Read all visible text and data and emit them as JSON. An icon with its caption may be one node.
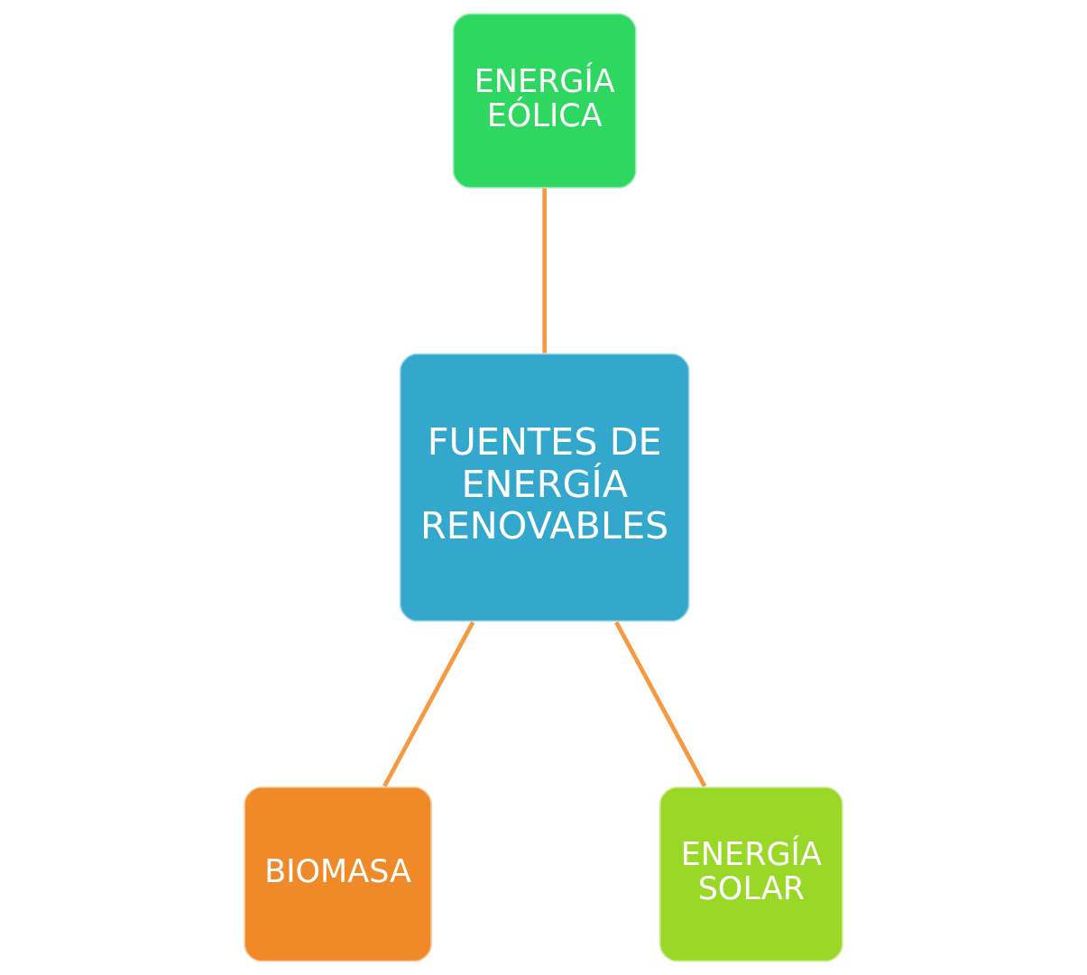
{
  "diagram": {
    "nodes": [
      {
        "text": [
          "ENERGÍA EÓLICA"
        ]
      },
      {
        "text": [
          "FUENTES DE ENERGÍA RENOVABLES"
        ]
      },
      {
        "text": [
          "BIOMASA"
        ]
      },
      {
        "text": [
          "ENERGÍA SOLAR"
        ]
      }
    ],
    "edges": [
      {
        "from": 1,
        "to": 0,
        "arrow": "none"
      },
      {
        "from": 1,
        "to": 2,
        "arrow": "none"
      },
      {
        "from": 1,
        "to": 3,
        "arrow": "none"
      }
    ]
  }
}
